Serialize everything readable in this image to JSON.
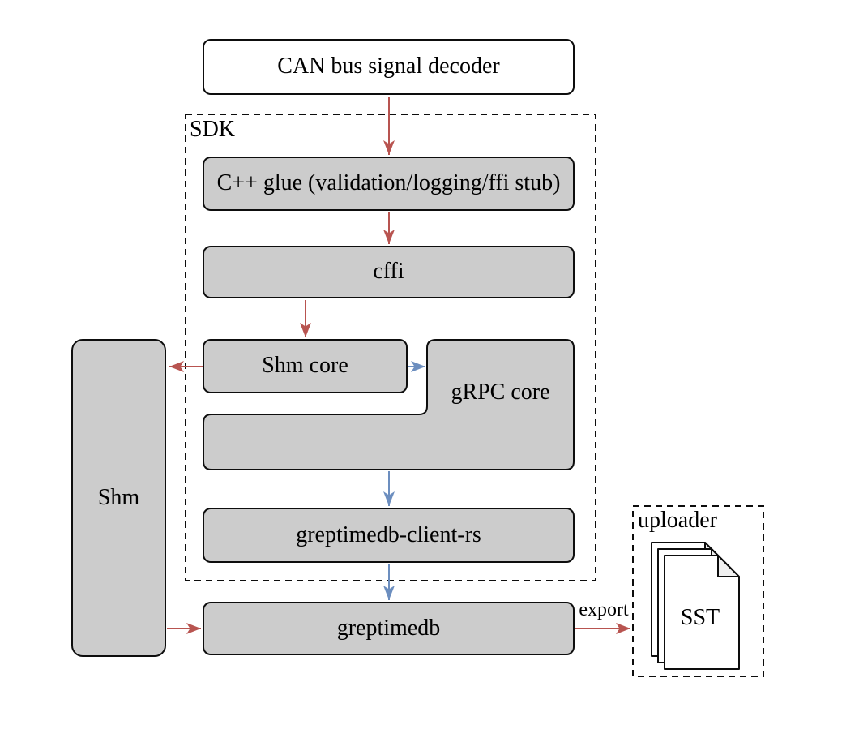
{
  "diagram": {
    "nodes": {
      "can_decoder": {
        "label": "CAN bus signal decoder"
      },
      "cpp_glue": {
        "label": "C++ glue (validation/logging/ffi stub)"
      },
      "cffi": {
        "label": "cffi"
      },
      "shm_core": {
        "label": "Shm core"
      },
      "grpc_core": {
        "label": "gRPC core"
      },
      "greptimedb_client_rs": {
        "label": "greptimedb-client-rs"
      },
      "greptimedb": {
        "label": "greptimedb"
      },
      "shm": {
        "label": "Shm"
      }
    },
    "containers": {
      "sdk": {
        "label": "SDK"
      },
      "uploader": {
        "label": "uploader"
      }
    },
    "file_stack": {
      "label": "SST",
      "sheet_count": 3
    },
    "edges": [
      {
        "from": "can_decoder",
        "to": "cpp_glue",
        "color": "#b85450"
      },
      {
        "from": "cpp_glue",
        "to": "cffi",
        "color": "#b85450"
      },
      {
        "from": "cffi",
        "to": "shm_core",
        "color": "#b85450"
      },
      {
        "from": "shm_core",
        "to": "shm",
        "color": "#b85450"
      },
      {
        "from": "shm_core",
        "to": "grpc_core",
        "color": "#6c8ebf"
      },
      {
        "from": "grpc_core",
        "to": "greptimedb_client_rs",
        "color": "#6c8ebf"
      },
      {
        "from": "greptimedb_client_rs",
        "to": "greptimedb",
        "color": "#6c8ebf"
      },
      {
        "from": "shm",
        "to": "greptimedb",
        "color": "#b85450"
      },
      {
        "from": "greptimedb",
        "to": "uploader",
        "color": "#b85450",
        "label": "export"
      }
    ],
    "colors": {
      "red_arrow": "#b85450",
      "blue_arrow": "#6c8ebf",
      "node_fill": "#cccccc",
      "node_border": "#0d0d0d",
      "white_fill": "#ffffff",
      "fold_fill": "#f0f0f0"
    }
  }
}
